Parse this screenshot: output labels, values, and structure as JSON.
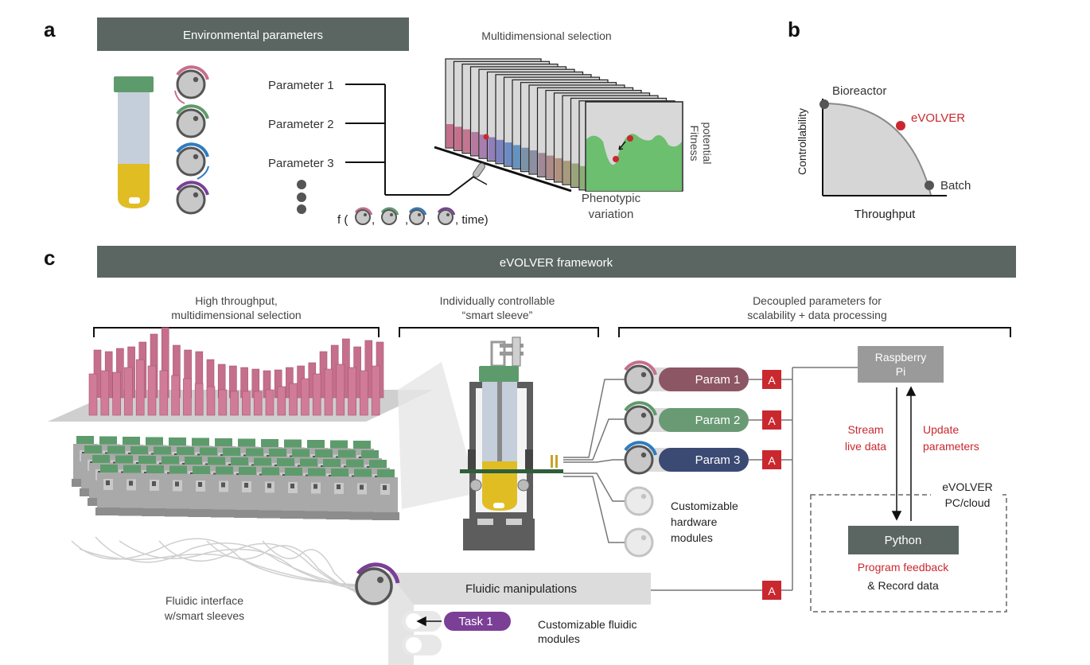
{
  "panel_a": {
    "letter": "a",
    "header": "Environmental parameters",
    "multidim_title": "Multidimensional selection",
    "parameters": [
      "Parameter 1",
      "Parameter 2",
      "Parameter 3"
    ],
    "fitness_label_1": "Fitness",
    "fitness_label_2": "potential",
    "phenotypic_1": "Phenotypic",
    "phenotypic_2": "variation",
    "formula_prefix": "f (",
    "formula_suffix": ", time)",
    "comma": ","
  },
  "panel_b": {
    "letter": "b",
    "ylabel": "Controllability",
    "xlabel": "Throughput",
    "points": [
      {
        "label": "Bioreactor",
        "throughput": 0.02,
        "controllability": 1.0
      },
      {
        "label": "eVOLVER",
        "throughput": 0.72,
        "controllability": 0.72
      },
      {
        "label": "Batch",
        "throughput": 1.0,
        "controllability": 0.02
      }
    ]
  },
  "panel_c": {
    "letter": "c",
    "header": "eVOLVER framework",
    "section1_l1": "High throughput,",
    "section1_l2": "multidimensional selection",
    "section2_l1": "Individually controllable",
    "section2_l2": "“smart sleeve”",
    "section3_l1": "Decoupled parameters for",
    "section3_l2": "scalability + data processing",
    "params": [
      "Param 1",
      "Param 2",
      "Param 3"
    ],
    "adc": "A",
    "custom_hw": [
      "Customizable",
      "hardware",
      "modules"
    ],
    "raspberry": [
      "Raspberry",
      "Pi"
    ],
    "stream": [
      "Stream",
      "live data"
    ],
    "update": [
      "Update",
      "parameters"
    ],
    "pc_cloud": [
      "eVOLVER",
      "PC/cloud"
    ],
    "python": "Python",
    "program_feedback": "Program feedback",
    "record_data": "& Record data",
    "fluidic_manip": "Fluidic manipulations",
    "task": "Task 1",
    "custom_fluidic": [
      "Customizable fluidic",
      "modules"
    ],
    "fluidic_interface": [
      "Fluidic interface",
      "w/smart sleeves"
    ]
  },
  "colors": {
    "header_bg": "#5b6663",
    "pink": "#c56f8c",
    "green": "#5e9b6c",
    "blue": "#2f7bbf",
    "purple": "#7b3f96",
    "adc_red": "#c9282f",
    "accent_red": "#c9282f",
    "param1": "#8d5664",
    "param2": "#6a9a74",
    "param3": "#3b4a73",
    "python_bg": "#5b6663",
    "raspberry_bg": "#9a9a9a"
  }
}
